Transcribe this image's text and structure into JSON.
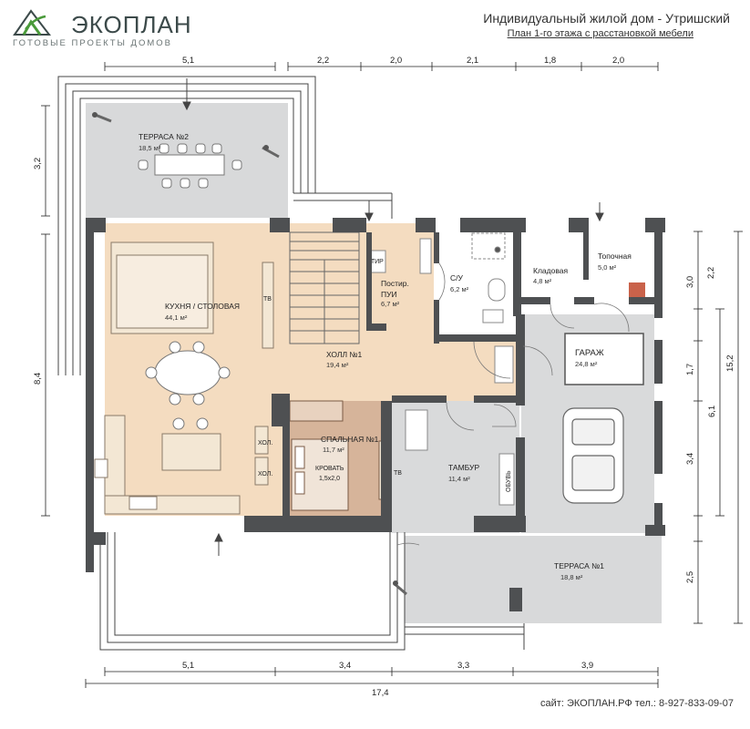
{
  "brand": {
    "name": "ЭКОПЛАН",
    "tagline": "ГОТОВЫЕ ПРОЕКТЫ ДОМОВ",
    "colors": {
      "green": "#4a9a3a",
      "dark": "#3c4a4a"
    }
  },
  "header": {
    "title": "Индивидуальный жилой дом - Утришский",
    "subtitle": "План 1-го этажа с расстановкой мебели"
  },
  "footer": {
    "contacts": "сайт: ЭКОПЛАН.РФ  тел.: 8-927-833-09-07"
  },
  "colors": {
    "wall": "#4e5052",
    "floor_warm": "#f4dcc0",
    "floor_wood": "#d6b49a",
    "floor_gray": "#d9dadb",
    "floor_white": "#ffffff",
    "terrace": "#d8d9da"
  },
  "rooms": {
    "terrace2": {
      "name": "ТЕРРАСА №2",
      "area": "18,5 м²"
    },
    "kitchen": {
      "name": "КУХНЯ / СТОЛОВАЯ",
      "area": "44,1 м²"
    },
    "hall": {
      "name": "ХОЛЛ №1",
      "area": "19,4 м²"
    },
    "pantry_room": {
      "name": "Постир.",
      "name2": "ПУИ",
      "area": "6,7 м²"
    },
    "wc": {
      "name": "С/У",
      "area": "6,2 м²"
    },
    "storage": {
      "name": "Кладовая",
      "area": "4,8 м²"
    },
    "boiler": {
      "name": "Топочная",
      "area": "5,0 м²"
    },
    "garage": {
      "name": "ГАРАЖ",
      "area": "24,8 м²"
    },
    "bedroom": {
      "name": "СПАЛЬНАЯ №1",
      "area": "11,7 м²"
    },
    "tambur": {
      "name": "ТАМБУР",
      "area": "11,4 м²"
    },
    "terrace1": {
      "name": "ТЕРРАСА №1",
      "area": "18,8 м²"
    }
  },
  "labels": {
    "tv": "ТВ",
    "stir": "СТИР",
    "fridge": "ХОЛ.",
    "bed": "КРОВАТЬ",
    "bed_size": "1,5х2,0",
    "shoes": "ОБУВЬ"
  },
  "dimensions": {
    "top_a": "5,1",
    "top_b": [
      "2,2",
      "2,0",
      "2,1",
      "1,8",
      "2,0"
    ],
    "left": [
      "3,2",
      "8,4"
    ],
    "right_inner": [
      "2,2",
      "3,0",
      "1,7",
      "3,4",
      "2,5"
    ],
    "right_mid": "6,1",
    "right_total": "15,2",
    "bottom": [
      "5,1",
      "3,4",
      "3,3",
      "3,9"
    ],
    "bottom_total": "17,4"
  }
}
